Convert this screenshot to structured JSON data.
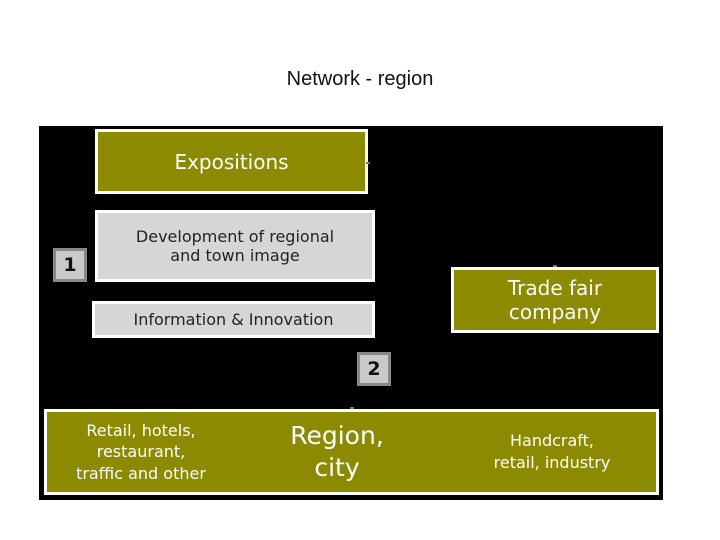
{
  "title": "Network - region",
  "diagram": {
    "expositions": "Expositions",
    "development": [
      "Development of regional",
      "and town image"
    ],
    "information": "Information & Innovation",
    "trade_fair": [
      "Trade fair",
      "company"
    ],
    "marker_1": "1",
    "marker_2": "2",
    "bottom": {
      "left": [
        "Retail, hotels,",
        "restaurant,",
        "traffic and other"
      ],
      "center": [
        "Region,",
        "city"
      ],
      "right": [
        "Handcraft,",
        "retail, industry"
      ]
    }
  },
  "colors": {
    "olive": "#8b8a00",
    "grey": "#d6d6d6",
    "background": "#000000"
  }
}
